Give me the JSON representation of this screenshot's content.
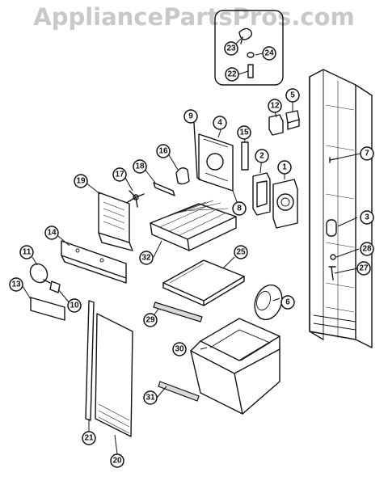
{
  "watermark": "AppliancePartsPros.com",
  "callouts": [
    {
      "id": "1",
      "label": "1"
    },
    {
      "id": "2",
      "label": "2"
    },
    {
      "id": "3",
      "label": "3"
    },
    {
      "id": "4",
      "label": "4"
    },
    {
      "id": "5",
      "label": "5"
    },
    {
      "id": "6",
      "label": "6"
    },
    {
      "id": "7",
      "label": "7"
    },
    {
      "id": "8",
      "label": "8"
    },
    {
      "id": "9",
      "label": "9"
    },
    {
      "id": "10",
      "label": "10"
    },
    {
      "id": "11",
      "label": "11"
    },
    {
      "id": "12",
      "label": "12"
    },
    {
      "id": "13",
      "label": "13"
    },
    {
      "id": "14",
      "label": "14"
    },
    {
      "id": "15",
      "label": "15"
    },
    {
      "id": "16",
      "label": "16"
    },
    {
      "id": "17",
      "label": "17"
    },
    {
      "id": "18",
      "label": "18"
    },
    {
      "id": "19",
      "label": "19"
    },
    {
      "id": "20",
      "label": "20"
    },
    {
      "id": "21",
      "label": "21"
    },
    {
      "id": "22",
      "label": "22"
    },
    {
      "id": "23",
      "label": "23"
    },
    {
      "id": "24",
      "label": "24"
    },
    {
      "id": "25",
      "label": "25"
    },
    {
      "id": "27",
      "label": "27"
    },
    {
      "id": "28",
      "label": "28"
    },
    {
      "id": "29",
      "label": "29"
    },
    {
      "id": "30",
      "label": "30"
    },
    {
      "id": "31",
      "label": "31"
    },
    {
      "id": "32",
      "label": "32"
    }
  ]
}
